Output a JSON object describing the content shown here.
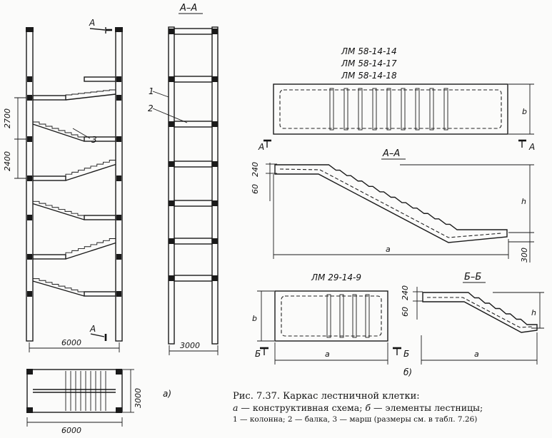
{
  "labels": {
    "section_aa_top": "А–А",
    "cut_a": "А",
    "callout_1": "1",
    "callout_2": "2",
    "callout_3": "3",
    "fig_a": "а)",
    "fig_b": "б)",
    "lm_58_14": "ЛМ 58-14-14",
    "lm_58_17": "ЛМ 58-14-17",
    "lm_58_18": "ЛМ 58-14-18",
    "section_aa_right": "А–А",
    "lm_29": "ЛМ 29-14-9",
    "section_bb": "Б–Б",
    "cut_b": "Б"
  },
  "dimensions": {
    "d2700": "2700",
    "d2400": "2400",
    "d6000_elev": "6000",
    "d3000_sec": "3000",
    "d3000_plan": "3000",
    "d6000_plan": "6000",
    "b_top": "b",
    "d240_a": "240",
    "d60_a": "60",
    "h_a": "h",
    "a_aa": "a",
    "d300": "300",
    "b_small": "b",
    "a_small": "a",
    "d240_b": "240",
    "d60_b": "60",
    "h_b": "h",
    "a_bb": "a"
  },
  "caption": {
    "line1": "Рис. 7.37. Каркас лестничной клетки:",
    "line2_a": "а",
    "line2_a_text": " — конструктивная  схема;  ",
    "line2_b": "б",
    "line2_b_text": " — элементы  лестницы;",
    "line3": "1 — колонна;  2 — балка,  3 — марш  (размеры см. в табл. 7.26)"
  }
}
